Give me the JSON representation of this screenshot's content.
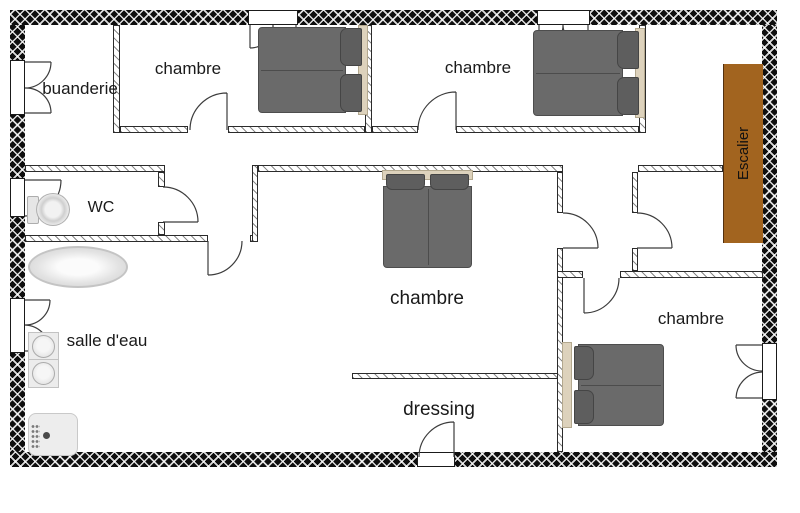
{
  "plan": {
    "type": "floor-plan",
    "labels": {
      "buanderie": "buanderie",
      "chambre_top_left": "chambre",
      "chambre_top_right": "chambre",
      "wc": "WC",
      "salle_deau": "salle d'eau",
      "chambre_center": "chambre",
      "chambre_bottom_right": "chambre",
      "dressing": "dressing",
      "escalier": "Escalier"
    },
    "colors": {
      "wall": "#0e0e0e",
      "escalier": "#a2641f",
      "bed_body": "#6a6a6a",
      "bed_pillow": "#5e5e5e",
      "bed_headboard": "#ddd2bc"
    },
    "fixtures": [
      "toilet",
      "bathtub",
      "double-sink-vanity",
      "shower-tray",
      "double-bed",
      "double-bed",
      "double-bed",
      "double-bed",
      "stairs"
    ]
  }
}
